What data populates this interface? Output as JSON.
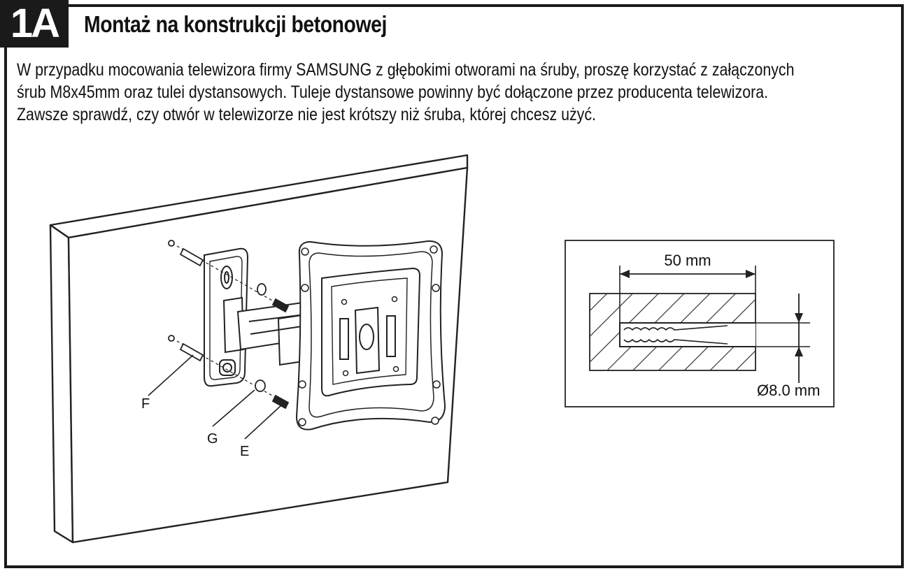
{
  "header": {
    "badge": "1A",
    "title": "Montaż na konstrukcji betonowej"
  },
  "instructions": {
    "lines": [
      "W przypadku mocowania telewizora firmy SAMSUNG z głębokimi otworami na śruby, proszę korzystać z załączonych",
      "śrub M8x45mm oraz tulei dystansowych. Tuleje dystansowe powinny być dołączone przez producenta telewizora.",
      "Zawsze sprawdź, czy otwór w telewizorze nie jest krótszy niż śruba, której chcesz użyć."
    ]
  },
  "mount_diagram": {
    "labels": {
      "f": "F",
      "g": "G",
      "e": "E"
    }
  },
  "hole_diagram": {
    "depth_label": "50 mm",
    "diameter_label": "Ø8.0 mm"
  }
}
